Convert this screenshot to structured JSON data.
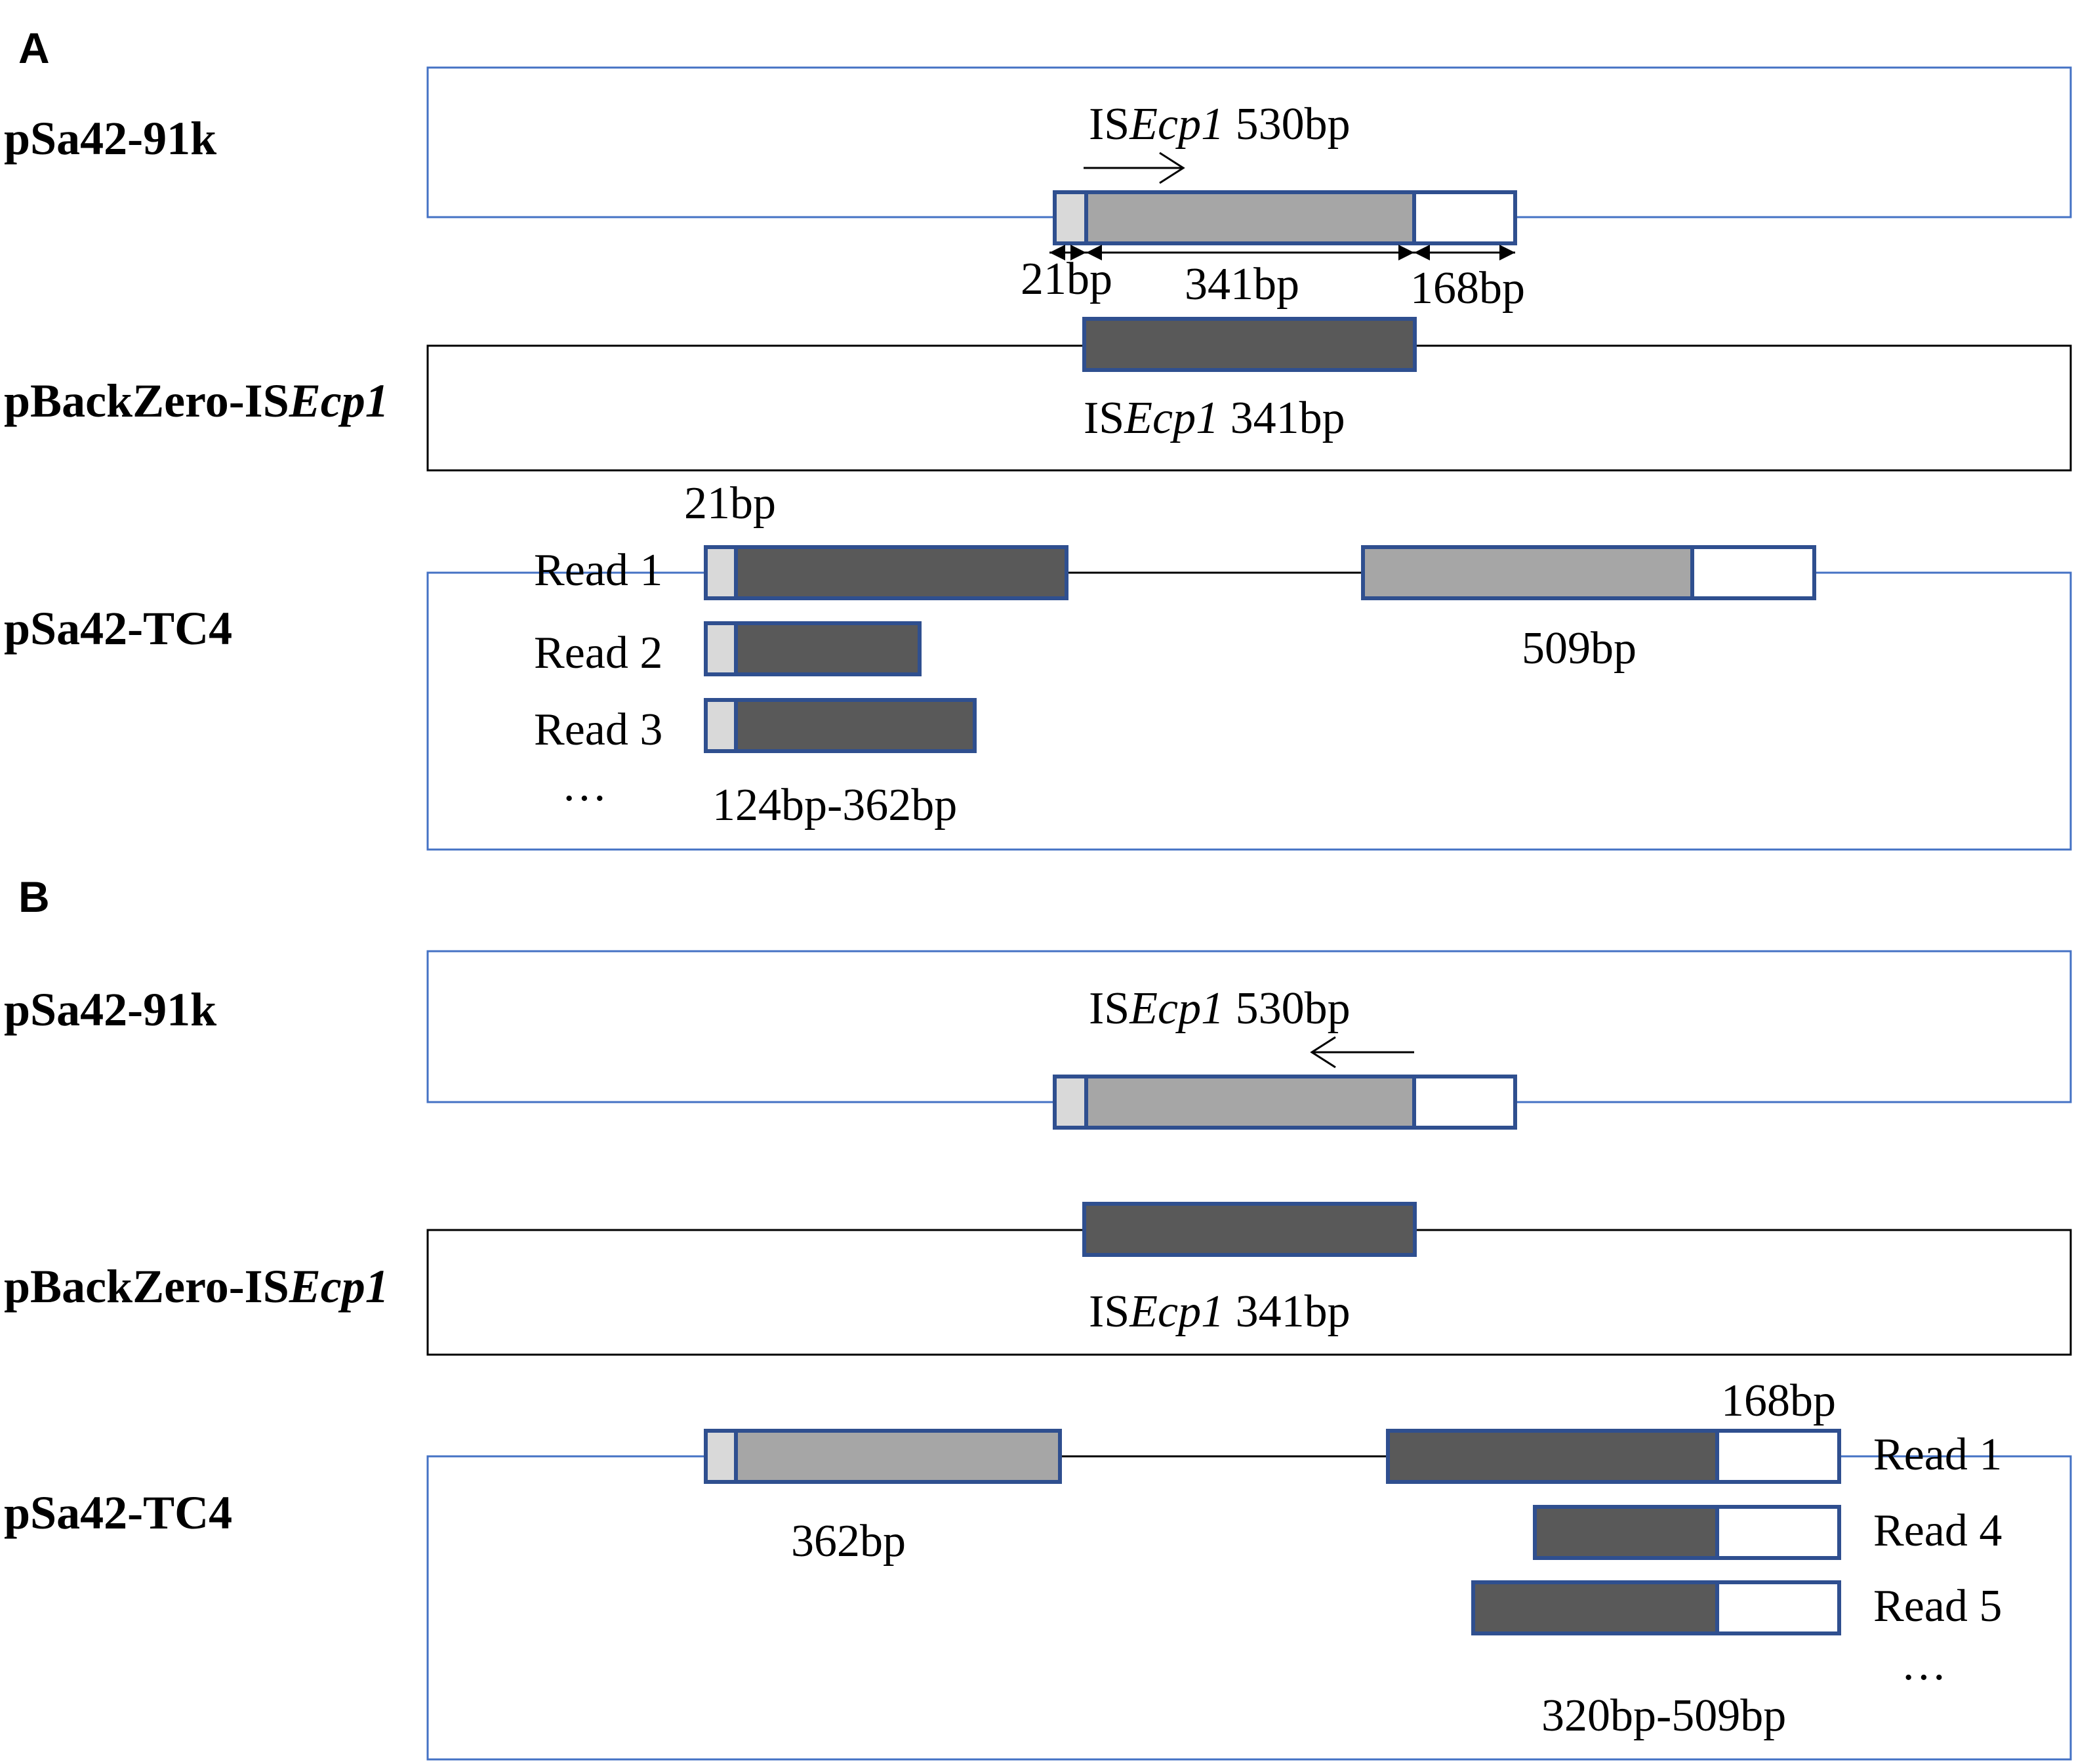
{
  "panel_a": {
    "letter": "A",
    "row1": {
      "label": "pSa42-91k",
      "is_prefix": "IS",
      "is_italic": "Ecp1",
      "is_suffix": " 530bp",
      "direction": "forward"
    },
    "dims": {
      "d1": "21bp",
      "d2": "341bp",
      "d3": "168bp"
    },
    "row2": {
      "label_prefix": "pBackZero-IS",
      "label_italic": "Ecp1",
      "is_prefix": "IS",
      "is_italic": "Ecp1",
      "is_suffix": " 341bp"
    },
    "row3": {
      "label": "pSa42-TC4",
      "top_note": "21bp",
      "reads": [
        "Read 1",
        "Read 2",
        "Read 3"
      ],
      "ellipsis": "···",
      "range": "124bp-362bp",
      "right_size": "509bp"
    }
  },
  "panel_b": {
    "letter": "B",
    "row1": {
      "label": "pSa42-91k",
      "is_prefix": "IS",
      "is_italic": "Ecp1",
      "is_suffix": " 530bp",
      "direction": "reverse"
    },
    "row2": {
      "label_prefix": "pBackZero-IS",
      "label_italic": "Ecp1",
      "is_prefix": "IS",
      "is_italic": "Ecp1",
      "is_suffix": " 341bp"
    },
    "row3": {
      "label": "pSa42-TC4",
      "top_note": "168bp",
      "reads": [
        "Read 1",
        "Read 4",
        "Read 5"
      ],
      "ellipsis": "···",
      "range": "320bp-509bp",
      "left_size": "362bp"
    }
  },
  "colors": {
    "frame_blue": "#4472C4",
    "segment_border": "#2F4F8F",
    "light_gray": "#D9D9D9",
    "mid_gray": "#A6A6A6",
    "dark_gray": "#595959"
  }
}
